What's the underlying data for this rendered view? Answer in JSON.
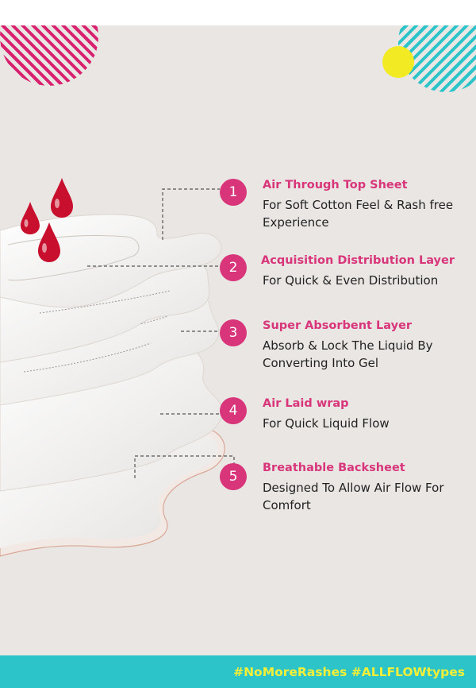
{
  "decorations": {
    "pink_color": "#d8216f",
    "teal_color": "#2cc4c8",
    "yellow_color": "#f2ea22",
    "drop_color": "#c8102e"
  },
  "layers": [
    {
      "number": "1",
      "title": "Air Through Top Sheet",
      "description": "For Soft Cotton Feel & Rash free Experience"
    },
    {
      "number": "2",
      "title": "Acquisition Distribution Layer",
      "description": "For Quick & Even Distribution"
    },
    {
      "number": "3",
      "title": "Super Absorbent Layer",
      "description": "Absorb & Lock The Liquid By Converting Into Gel"
    },
    {
      "number": "4",
      "title": "Air Laid wrap",
      "description": "For Quick Liquid Flow"
    },
    {
      "number": "5",
      "title": "Breathable Backsheet",
      "description": "Designed To Allow Air Flow For Comfort"
    }
  ],
  "footer": {
    "hashtags": "#NoMoreRashes #ALLFLOWtypes",
    "band_color": "#2cc4c8",
    "text_color": "#f2ef3a"
  },
  "accent_color": "#d8357a"
}
